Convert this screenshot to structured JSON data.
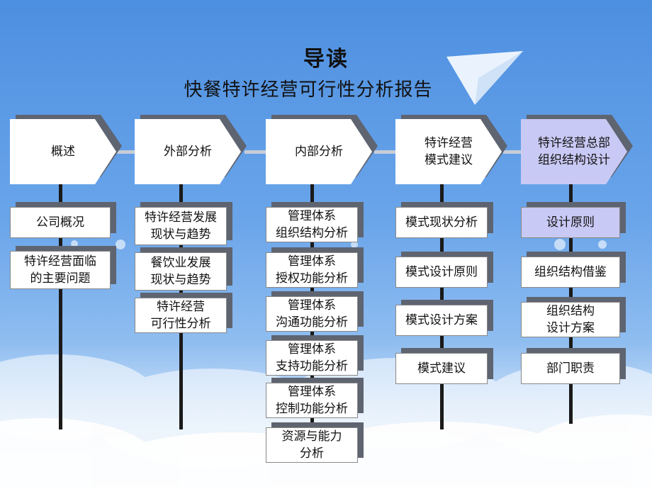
{
  "title": "导读",
  "subtitle": "快餐特许经营可行性分析报告",
  "colors": {
    "sky_top": "#4d8fe0",
    "box": "#ffffff",
    "highlight": "#c9c9f5",
    "shadow": "#5e6470",
    "line": "#1a1a1a"
  },
  "icons": {
    "decoration": "paper-plane-icon"
  },
  "columns": [
    {
      "header": "概述",
      "items": [
        "公司概况",
        "特许经营面临\n的主要问题"
      ]
    },
    {
      "header": "外部分析",
      "items": [
        "特许经营发展\n现状与趋势",
        "餐饮业发展\n现状与趋势",
        "特许经营\n可行性分析"
      ]
    },
    {
      "header": "内部分析",
      "items": [
        "管理体系\n组织结构分析",
        "管理体系\n授权功能分析",
        "管理体系\n沟通功能分析",
        "管理体系\n支持功能分析",
        "管理体系\n控制功能分析",
        "资源与能力\n分析"
      ]
    },
    {
      "header": "特许经营\n模式建议",
      "items": [
        "模式现状分析",
        "模式设计原则",
        "模式设计方案",
        "模式建议"
      ]
    },
    {
      "header": "特许经营总部\n组织结构设计",
      "items": [
        "设计原则",
        "组织结构借鉴",
        "组织结构\n设计方案",
        "部门职责"
      ]
    }
  ]
}
